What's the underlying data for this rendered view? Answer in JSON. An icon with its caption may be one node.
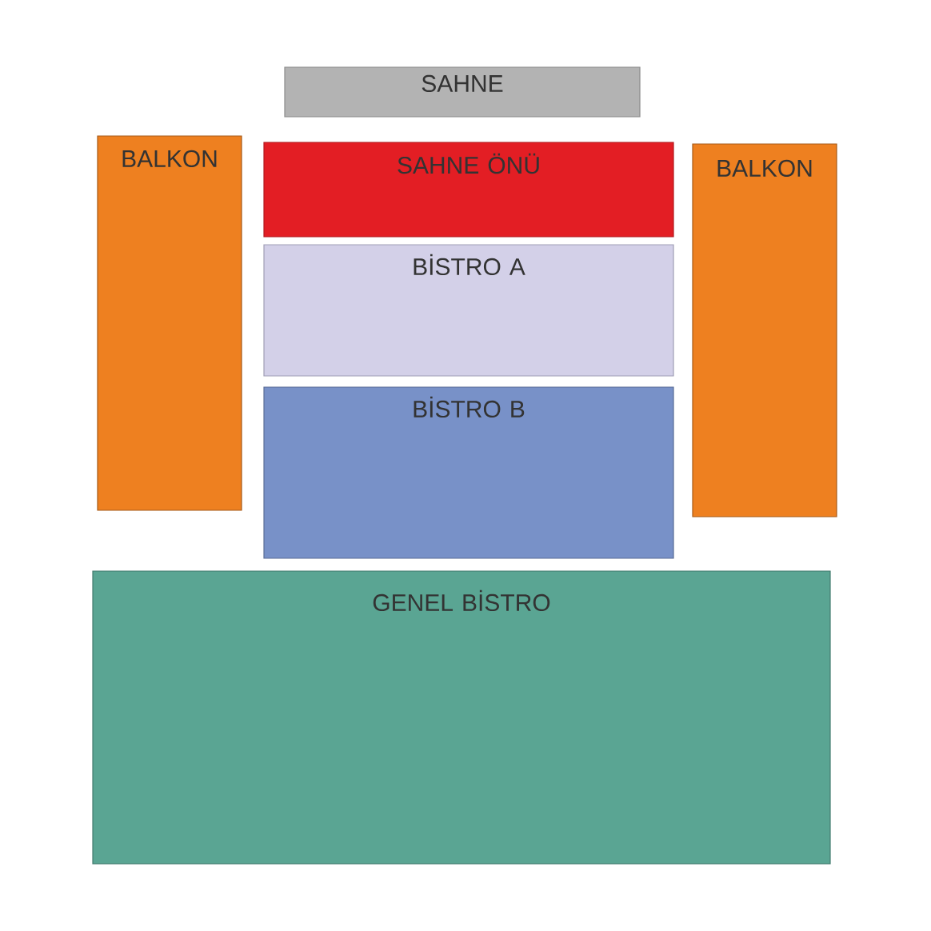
{
  "diagram": {
    "nodes": [
      {
        "text": [
          "SAHNE"
        ]
      },
      {
        "text": [
          "BALKON"
        ]
      },
      {
        "text": [
          "SAHNE ÖNÜ"
        ]
      },
      {
        "text": [
          "BALKON"
        ]
      },
      {
        "text": [
          "BİSTRO A"
        ]
      },
      {
        "text": [
          "BİSTRO B"
        ]
      },
      {
        "text": [
          "GENEL BİSTRO"
        ]
      }
    ]
  }
}
